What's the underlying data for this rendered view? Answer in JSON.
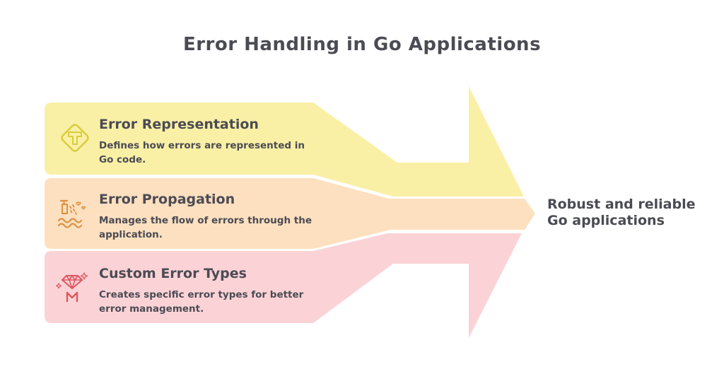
{
  "title": "Error Handling in Go Applications",
  "outcome_label": {
    "line1": "Robust and reliable",
    "line2": "Go applications"
  },
  "bands": [
    {
      "title": "Error Representation",
      "description": "Defines how errors are represented in Go code.",
      "fill": "#f9f0a6",
      "icon": "t-sign-diamond-icon",
      "icon_color": "#d9cc3c"
    },
    {
      "title": "Error Propagation",
      "description": "Manages the flow of errors through the application.",
      "fill": "#fce0bf",
      "icon": "pipe-water-flow-icon",
      "icon_color": "#dc9040"
    },
    {
      "title": "Custom Error Types",
      "description": "Creates specific error types for better error management.",
      "fill": "#fbd3d6",
      "icon": "gem-sparkle-icon",
      "icon_color": "#e05560"
    }
  ],
  "colors": {
    "background": "#ffffff",
    "text": "#4b4b54",
    "band_yellow": "#f9f0a6",
    "band_orange": "#fce0bf",
    "band_pink": "#fbd3d6",
    "icon_yellow": "#d9cc3c",
    "icon_orange": "#dc9040",
    "icon_pink": "#e05560"
  }
}
